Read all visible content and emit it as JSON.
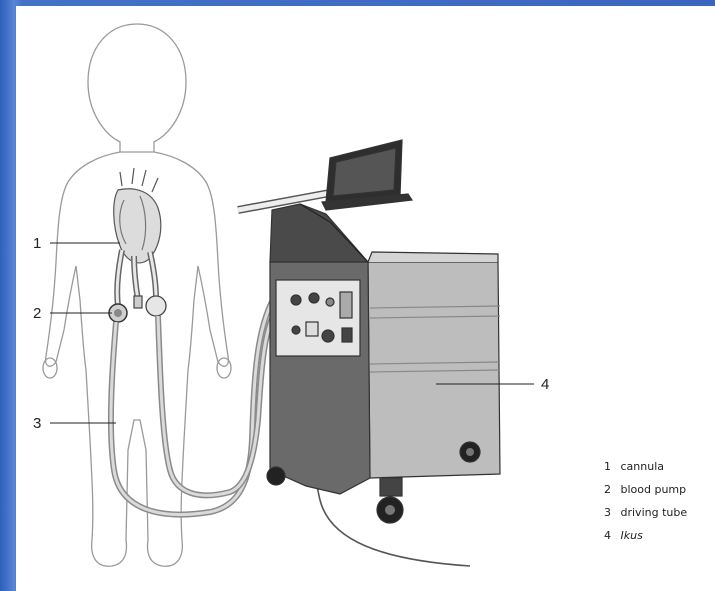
{
  "callouts": [
    {
      "number": "1"
    },
    {
      "number": "2"
    },
    {
      "number": "3"
    },
    {
      "number": "4"
    }
  ],
  "legend": [
    {
      "number": "1",
      "text": "cannula",
      "italic": false
    },
    {
      "number": "2",
      "text": "blood pump",
      "italic": false
    },
    {
      "number": "3",
      "text": "driving tube",
      "italic": false
    },
    {
      "number": "4",
      "text": "Ikus",
      "italic": true
    }
  ],
  "colors": {
    "frame_blue": "#3f6fc6",
    "outline": "#999999",
    "console_dark": "#555555",
    "console_light": "#bdbdbd"
  }
}
